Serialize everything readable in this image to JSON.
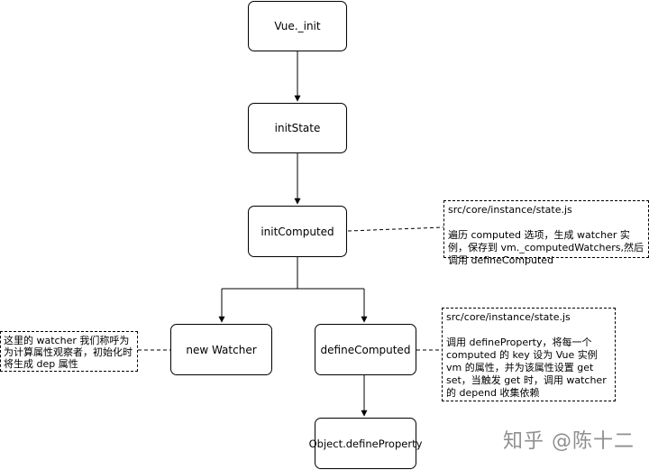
{
  "nodes": {
    "vue_init": "Vue._init",
    "init_state": "initState",
    "init_computed": "initComputed",
    "new_watcher": "new Watcher",
    "define_computed": "defineComputed",
    "object_define_property": "Object.defineProperty"
  },
  "notes": {
    "init_computed_note": {
      "path": "src/core/instance/state.js",
      "text": "遍历 computed 选项，生成 watcher 实例，保存到 vm._computedWatchers,然后调用 defineComputed"
    },
    "define_computed_note": {
      "path": "src/core/instance/state.js",
      "text": "调用 defineProperty，将每一个 computed 的 key 设为 Vue 实例 vm 的属性，并为该属性设置 get set，当触发 get 时，调用 watcher 的 depend 收集依赖"
    },
    "watcher_note": {
      "text": "这里的 watcher 我们称呼为为计算属性观察者，初始化时将生成 dep 属性"
    }
  },
  "watermark": "知乎 @陈十二"
}
